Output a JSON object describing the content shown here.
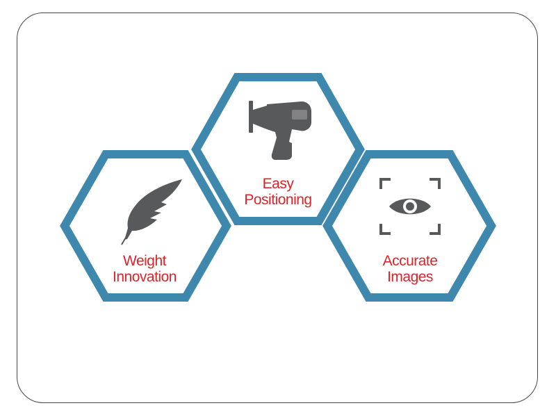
{
  "colors": {
    "hex_stroke": "#3f88ad",
    "icon": "#58595b",
    "label": "#d7262b",
    "frame_border": "#444444"
  },
  "features": [
    {
      "id": "weight",
      "icon": "feather-icon",
      "line1": "Weight",
      "line2": "Innovation"
    },
    {
      "id": "positioning",
      "icon": "xray-handheld-device-icon",
      "line1": "Easy",
      "line2": "Positioning"
    },
    {
      "id": "images",
      "icon": "eye-focus-icon",
      "line1": "Accurate",
      "line2": "Images"
    }
  ]
}
